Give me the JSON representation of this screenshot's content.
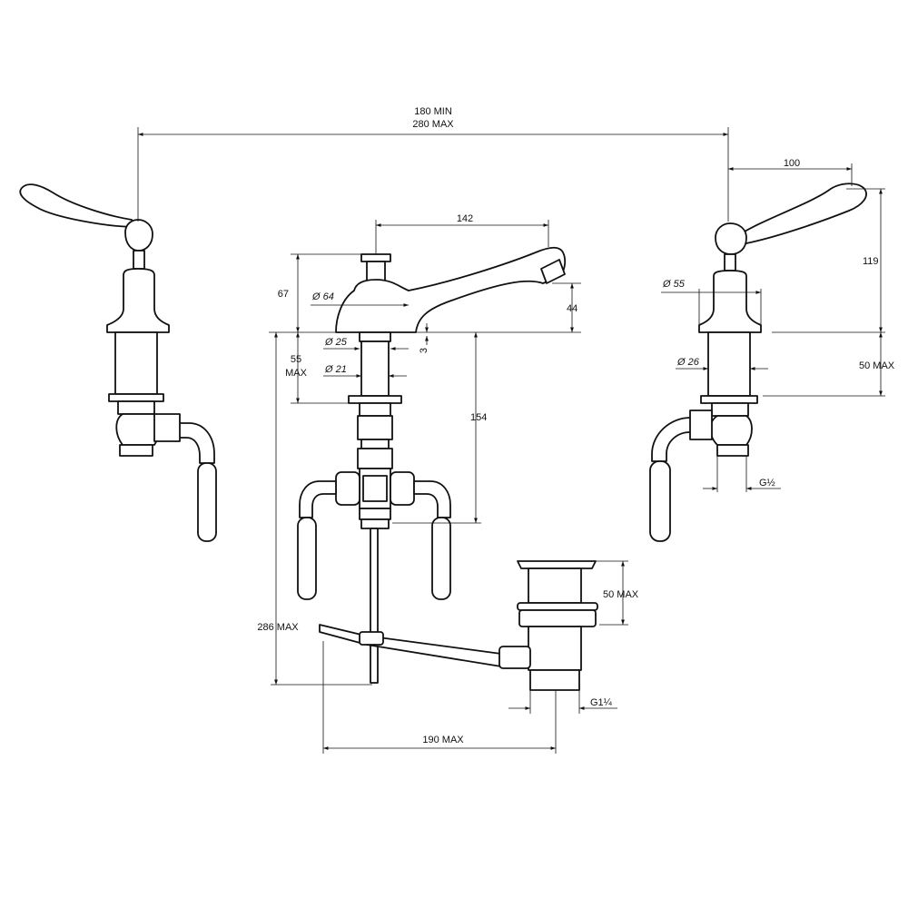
{
  "drawing": {
    "labels": {
      "centres_min": "180 MIN",
      "centres_max": "280 MAX",
      "handle_reach": "100",
      "spout_reach": "142",
      "body_height": "67",
      "body_diameter": "Ø 64",
      "spout_outlet_height": "44",
      "base_clearance": "3",
      "thread_diameter_spout": "Ø 25",
      "shank_diameter_spout": "Ø 21",
      "deck_max_value": "55",
      "deck_max_suffix": "MAX",
      "spout_shank_length": "154",
      "tap_height": "119",
      "tap_base_diameter": "Ø 55",
      "tap_shank_diameter": "Ø 26",
      "tap_deck_max": "50 MAX",
      "tap_thread": "G½",
      "waste_deck_max": "50 MAX",
      "waste_thread": "G1¼",
      "overall_height_max": "286 MAX",
      "waste_reach_max": "190 MAX"
    }
  }
}
